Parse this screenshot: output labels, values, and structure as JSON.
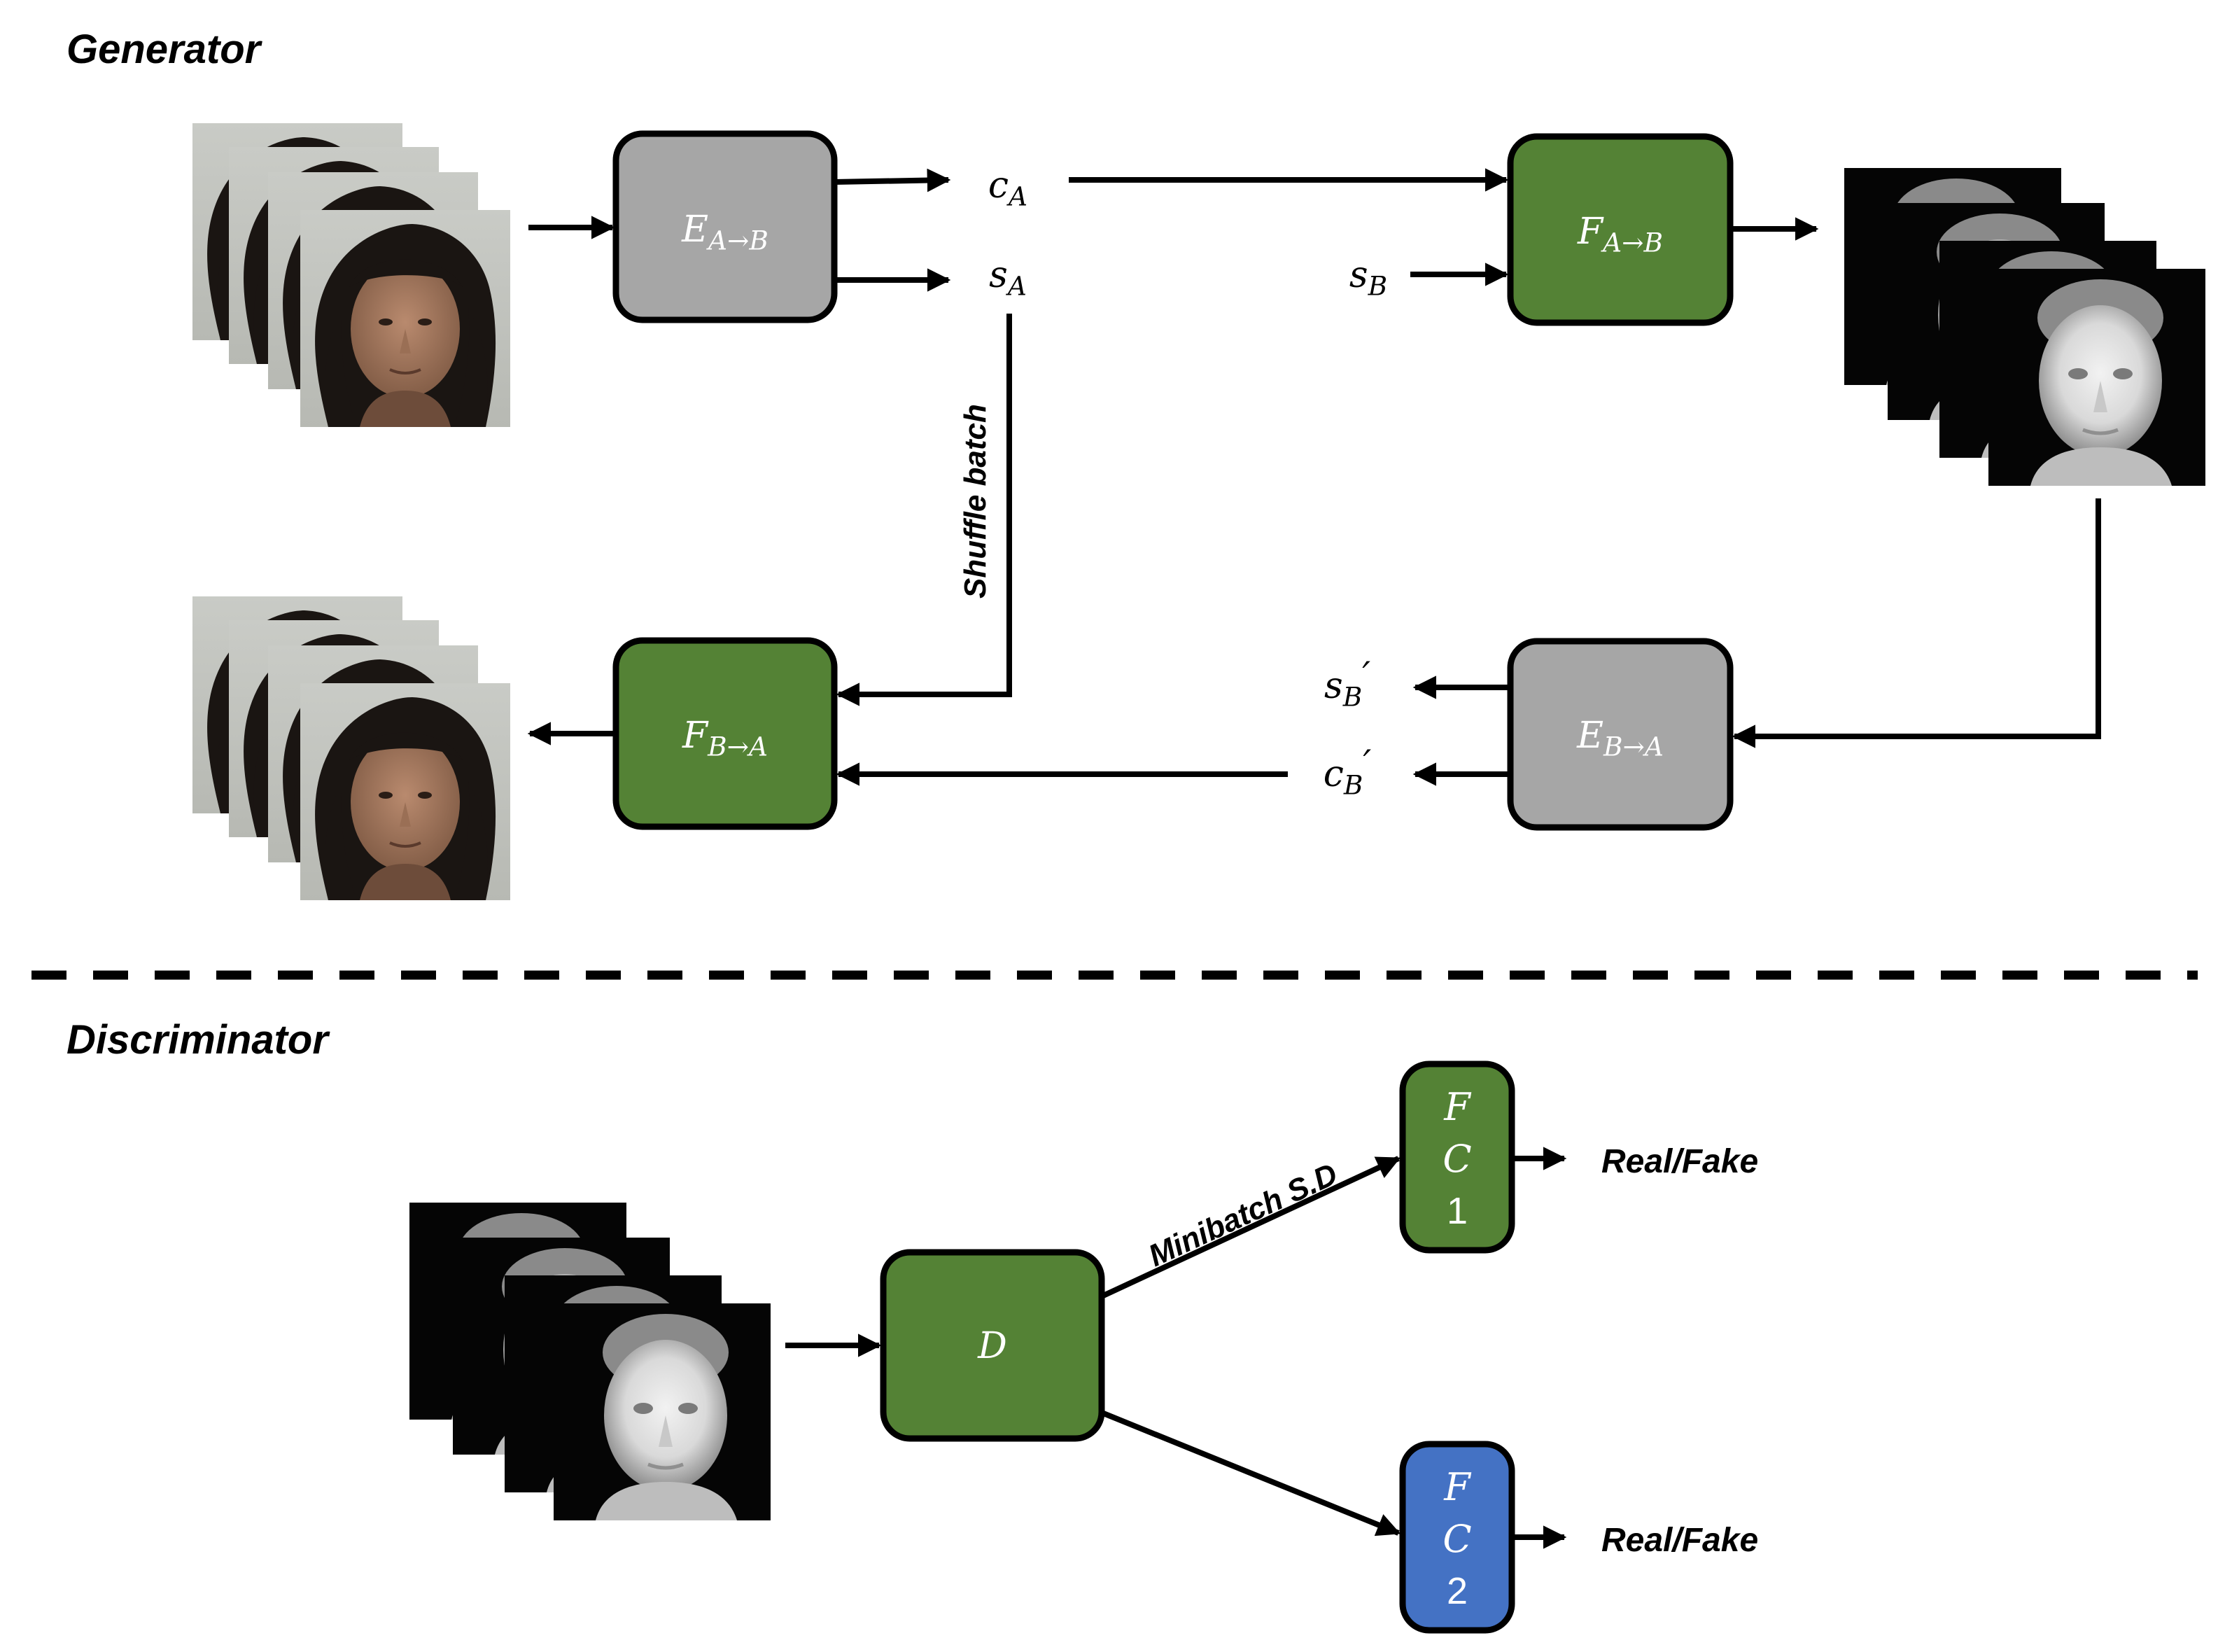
{
  "sections": {
    "generator": "Generator",
    "discriminator": "Discriminator"
  },
  "generator": {
    "encoder_a": {
      "label": "E",
      "sub": "A→B"
    },
    "decoder_ab": {
      "label": "F",
      "sub": "A→B"
    },
    "decoder_ba": {
      "label": "F",
      "sub": "B→A"
    },
    "encoder_b": {
      "label": "E",
      "sub": "B→A"
    },
    "c_a": {
      "main": "c",
      "sub": "A"
    },
    "s_a": {
      "main": "s",
      "sub": "A"
    },
    "s_b": {
      "main": "s",
      "sub": "B"
    },
    "s_b_prime": {
      "main": "s",
      "sub": "B",
      "prime": "′"
    },
    "c_b_prime": {
      "main": "c",
      "sub": "B",
      "prime": "′"
    },
    "shuffle_label": "Shuffle batch"
  },
  "discriminator": {
    "d_label": "D",
    "fc1": [
      "F",
      "C",
      "1"
    ],
    "fc2": [
      "F",
      "C",
      "2"
    ],
    "minibatch_label": "Minibatch S.D",
    "output1": "Real/Fake",
    "output2": "Real/Fake"
  },
  "colors": {
    "green": "#548235",
    "gray": "#a6a6a6",
    "blue": "#4472c4",
    "stroke": "#000000"
  }
}
